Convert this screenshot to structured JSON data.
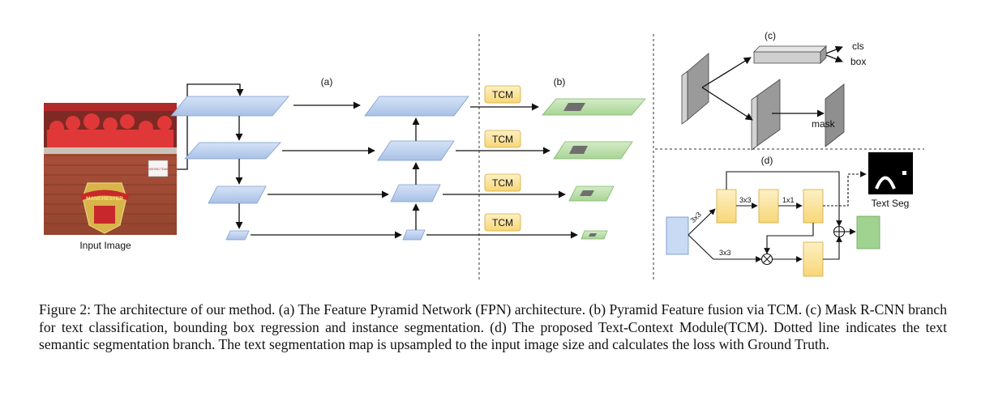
{
  "figure": {
    "input_label": "Input Image",
    "panel_a_label": "(a)",
    "panel_b_label": "(b)",
    "panel_c_label": "(c)",
    "panel_d_label": "(d)",
    "tcm_label": "TCM",
    "cls_label": "cls",
    "box_label": "box",
    "mask_label": "mask",
    "text_seg_label": "Text Seg",
    "conv3x3_label": "3x3",
    "conv1x1_label": "1x1",
    "photo_sign_text": "VISITING TEAM",
    "photo_logo_text": "MANCHESTER",
    "colors": {
      "fpn_blue": "#b9cdec",
      "fused_green": "#b9dca6",
      "tcm_yellow": "#fbe39a",
      "conv_yellow": "#fbe6a3",
      "input_blue": "#c8daf4",
      "output_green": "#9fd38f",
      "rcnn_gray": "#bdbdbd"
    }
  },
  "caption": "Figure 2: The architecture of our method. (a) The Feature Pyramid Network (FPN) architecture. (b) Pyramid Feature fusion via TCM. (c) Mask R-CNN branch for text classification, bounding box regression and instance segmentation. (d) The proposed Text-Context Module(TCM). Dotted line indicates the text semantic segmentation branch. The text segmentation map is upsampled to the input image size and calculates the loss with Ground Truth."
}
